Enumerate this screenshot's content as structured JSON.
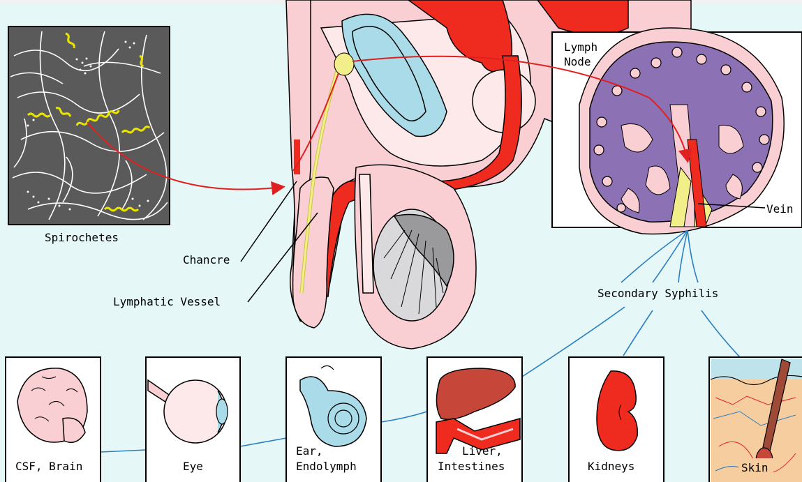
{
  "labels": {
    "spirochetes": "Spirochetes",
    "chancre": "Chancre",
    "lymphatic_vessel": "Lymphatic Vessel",
    "lymph_node_line1": "Lymph",
    "lymph_node_line2": "Node",
    "vein": "Vein",
    "secondary_syphilis": "Secondary Syphilis"
  },
  "organs": [
    {
      "label": "CSF, Brain"
    },
    {
      "label": "Eye"
    },
    {
      "label_line1": "Ear,",
      "label_line2": "Endolymph"
    },
    {
      "label_line1": "Liver,",
      "label_line2": "Intestines"
    },
    {
      "label": "Kidneys"
    },
    {
      "label": "Skin"
    }
  ],
  "colors": {
    "background": "#e6f7f7",
    "tissue_pink": "#f9cfd3",
    "tissue_light": "#fde8ea",
    "blood_red": "#ef2a1e",
    "node_purple": "#8d71b5",
    "lymph_yellow": "#f2ef8a",
    "bladder_blue": "#a9dbe8",
    "connector_blue": "#2a7ec2"
  }
}
